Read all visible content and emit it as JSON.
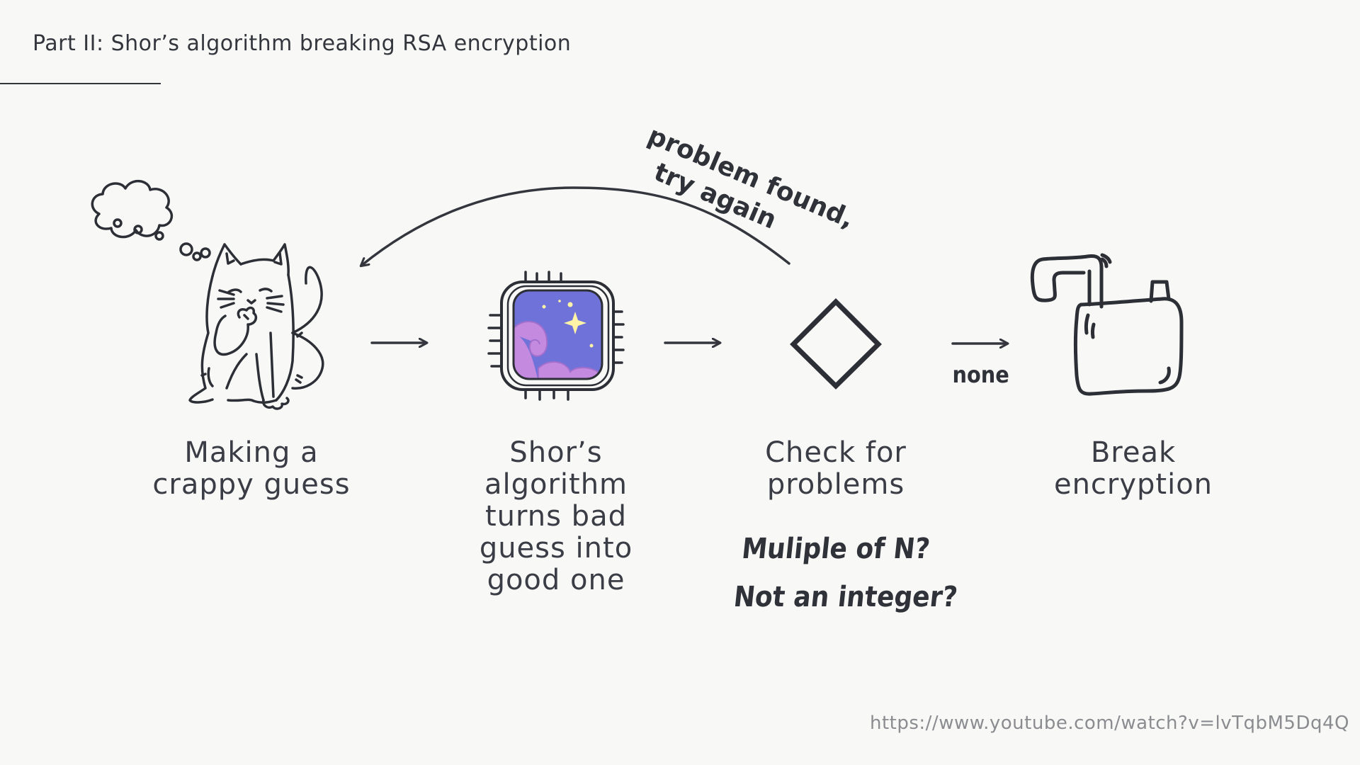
{
  "slide": {
    "title": "Part II: Shor’s algorithm breaking RSA encryption",
    "source_url": "https://www.youtube.com/watch?v=lvTqbM5Dq4Q"
  },
  "steps": [
    {
      "label": "Making a\ncrappy guess",
      "icon": "thinking-cat-icon"
    },
    {
      "label": "Shor’s\nalgorithm\nturns bad\nguess into\ngood one",
      "icon": "quantum-chip-icon"
    },
    {
      "label": "Check for\nproblems",
      "icon": "diamond-decision-icon"
    },
    {
      "label": "Break\nencryption",
      "icon": "open-padlock-icon"
    }
  ],
  "checks": [
    "Muliple of N?",
    "Not an integer?"
  ],
  "loop": {
    "line1": "problem found,",
    "line2": "try again"
  },
  "edge_labels": {
    "none": "none"
  },
  "colors": {
    "background": "#f8f8f6",
    "ink": "#33363d",
    "chip_screen": "#6f72d8",
    "chip_nebula": "#c48ae0",
    "chip_star": "#fff3a8"
  }
}
